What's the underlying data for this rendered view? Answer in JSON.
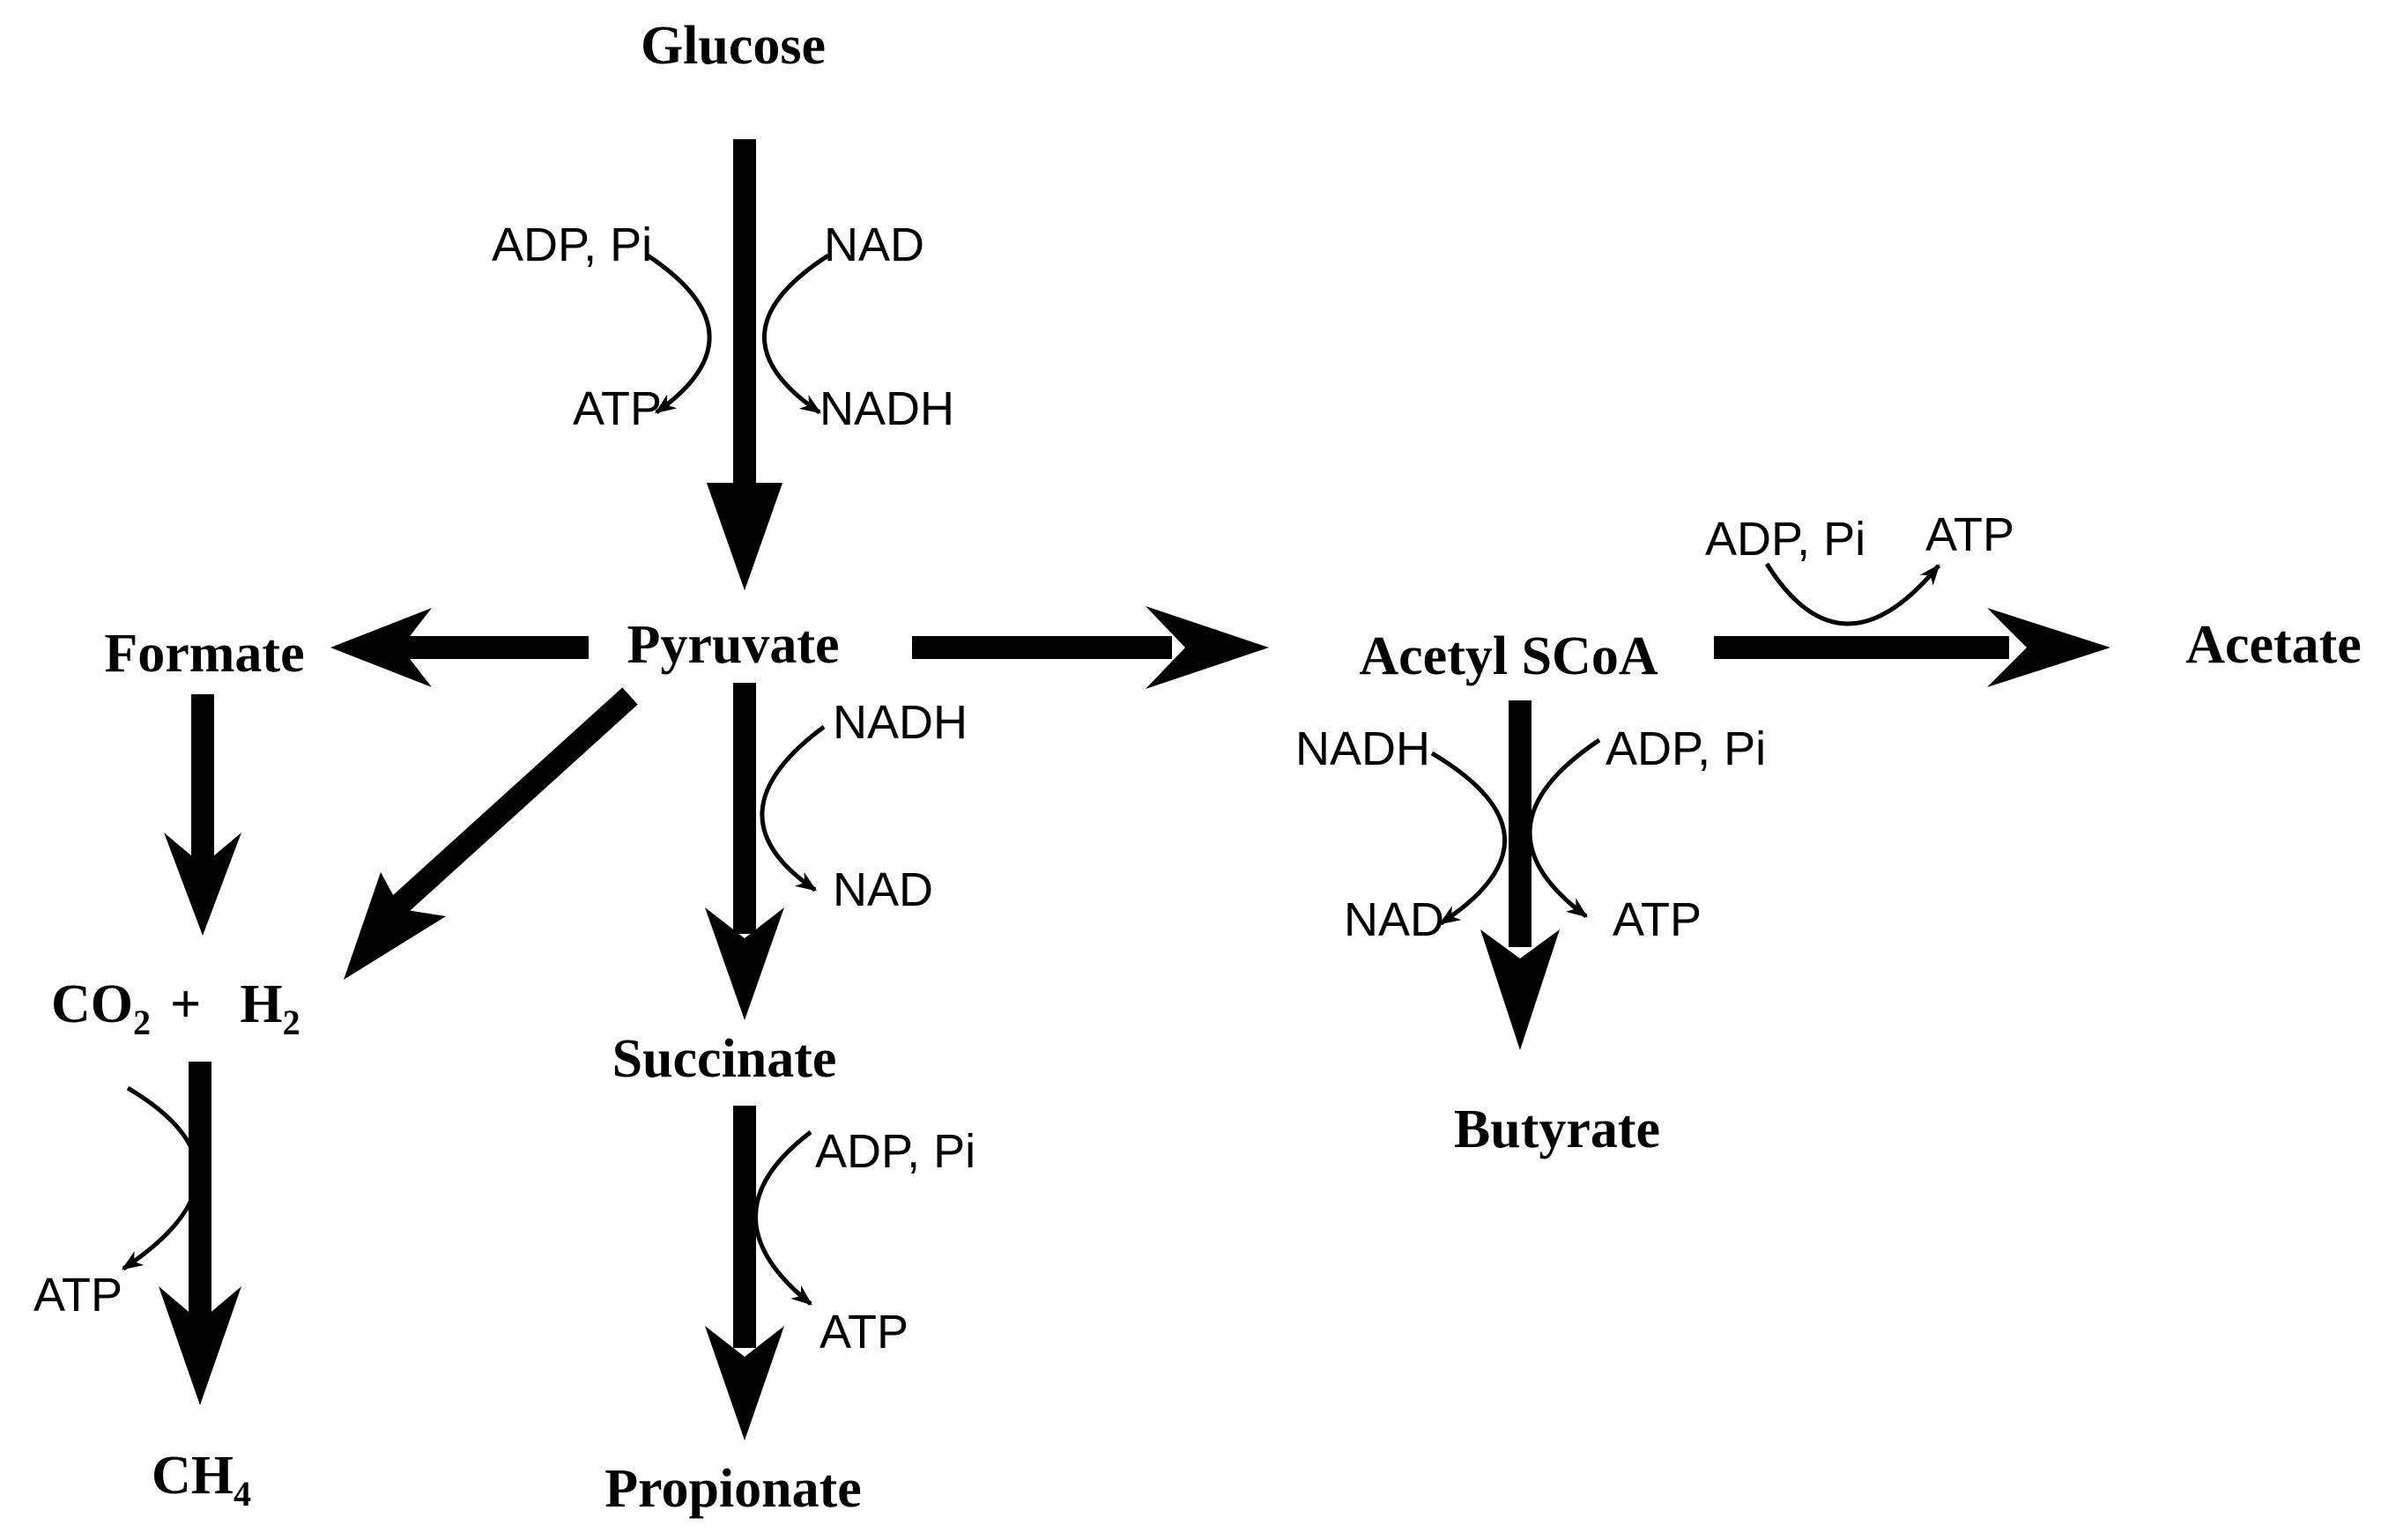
{
  "metabolites": {
    "glucose": "Glucose",
    "pyruvate": "Pyruvate",
    "formate": "Formate",
    "acetyl_scoa": "Acetyl SCoA",
    "acetate": "Acetate",
    "co2_h2": {
      "co": "CO",
      "sub2": "2",
      "plus": "+",
      "h": "H",
      "sub_h": "2"
    },
    "succinate": "Succinate",
    "butyrate": "Butyrate",
    "propionate": "Propionate",
    "ch4": {
      "ch": "CH",
      "sub": "4"
    }
  },
  "cofactors": {
    "glycolysis": {
      "in_left": "ADP, Pi",
      "in_right": "NAD",
      "out_left": "ATP",
      "out_right": "NADH"
    },
    "acetate": {
      "in": "ADP, Pi",
      "out": "ATP"
    },
    "succinate": {
      "in": "NADH",
      "out": "NAD"
    },
    "butyrate": {
      "in_left": "NADH",
      "in_right": "ADP, Pi",
      "out_left": "NAD",
      "out_right": "ATP"
    },
    "propionate": {
      "in": "ADP, Pi",
      "out": "ATP"
    },
    "methane": {
      "out": "ATP"
    }
  }
}
